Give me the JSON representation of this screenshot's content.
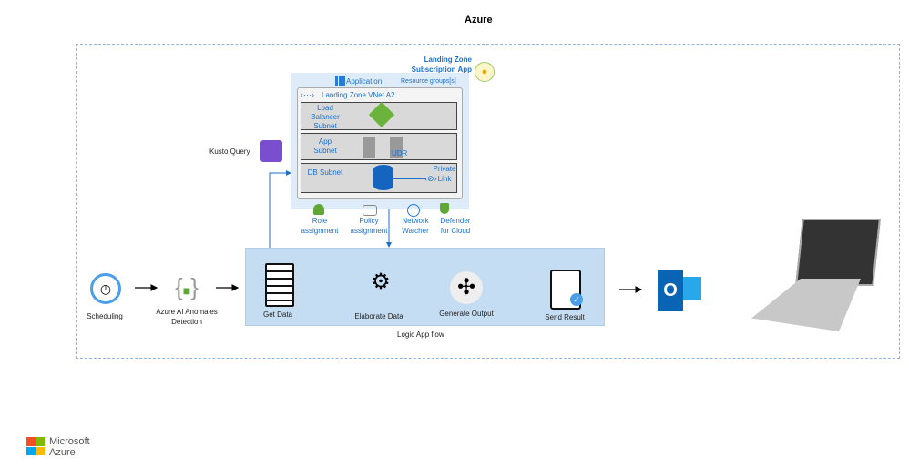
{
  "title": "Azure",
  "landing_zone": {
    "title": "Landing Zone Subscription App",
    "application": "Application",
    "resource_groups": "Resource groups[s]",
    "vnet": "Landing Zone VNet A2",
    "subnets": [
      "Load Balancer Subnet",
      "App Subnet",
      "DB Subnet"
    ],
    "udr": "UDR",
    "private_link": "Private Link",
    "governance": [
      "Role assignment",
      "Policy assignment",
      "Network Watcher",
      "Defender for Cloud"
    ]
  },
  "kusto": "Kusto Query",
  "flow": {
    "scheduling": "Scheduling",
    "anomaly": "Azure AI Anomales Detection",
    "get_data": "Get Data",
    "elaborate": "Elaborate Data",
    "generate": "Generate Output",
    "send": "Send Result",
    "logic_app": "Logic App flow"
  },
  "brand": {
    "line1": "Microsoft",
    "line2": "Azure"
  },
  "colors": {
    "accent": "#1f6fc9",
    "logic_bg": "#c5ddf2",
    "zone_bg": "#ddecf8"
  }
}
